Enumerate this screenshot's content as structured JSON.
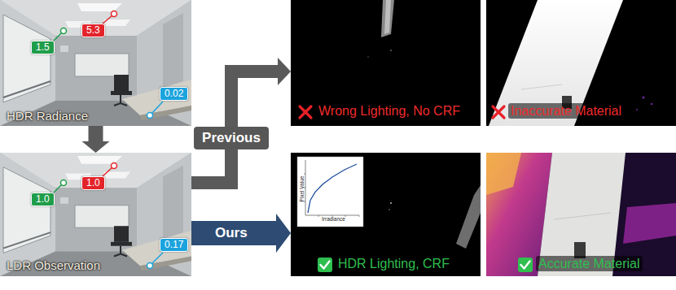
{
  "diagram": {
    "nodes": [
      {
        "text": [
          "HDR Radiance"
        ]
      },
      {
        "text": [
          "1.5"
        ],
        "in": 0
      },
      {
        "text": [
          "5.3"
        ],
        "in": 0
      },
      {
        "text": [
          "0.02"
        ],
        "in": 0
      },
      {
        "text": [
          "Wrong Lighting, No CRF"
        ]
      },
      {
        "text": [
          "Inaccurate Material"
        ]
      },
      {
        "text": [
          "LDR Observation"
        ]
      },
      {
        "text": [
          "1.0"
        ],
        "in": 6
      },
      {
        "text": [
          "1.0"
        ],
        "in": 6
      },
      {
        "text": [
          "0.17"
        ],
        "in": 6
      },
      {
        "text": [
          "HDR Lighting, CRF"
        ]
      },
      {
        "text": [
          "Pixel Value",
          "Irradiance"
        ],
        "in": 10
      },
      {
        "text": [
          "Accurate Material"
        ]
      }
    ],
    "edges": [
      {
        "from": 0,
        "to": 6,
        "arrow": "to"
      },
      {
        "from": 6,
        "to": 4,
        "label": "Previous",
        "arrow": "to"
      },
      {
        "from": 6,
        "to": 10,
        "label": "Ours",
        "arrow": "to"
      }
    ]
  }
}
